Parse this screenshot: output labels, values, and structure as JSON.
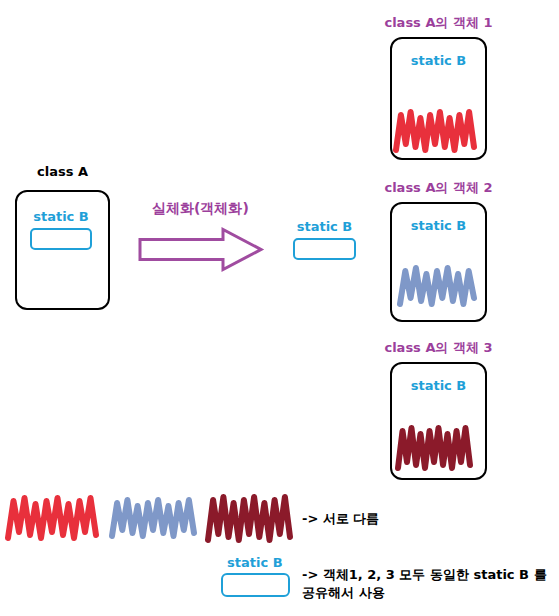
{
  "diagram": {
    "nodes": [
      {
        "text": [
          "class A"
        ]
      },
      {
        "text": [
          "static B"
        ],
        "in": 0
      },
      {
        "text": [
          "static B"
        ]
      },
      {
        "text": [
          "class A의 객체 1",
          "static B"
        ]
      },
      {
        "text": [
          "class A의 객체 2",
          "static B"
        ]
      },
      {
        "text": [
          "class A의 객체 3",
          "static B"
        ]
      }
    ],
    "edges": [
      {
        "from": 0,
        "to": 2,
        "arrow": "to",
        "label": "실체화(객체화)"
      }
    ],
    "labels": [
      "static B"
    ],
    "legend": [
      {
        "text": "-> 서로 다름"
      },
      {
        "text": "-> 객체1, 2, 3 모두 동일한 static B 를 공유해서 사용"
      }
    ]
  }
}
